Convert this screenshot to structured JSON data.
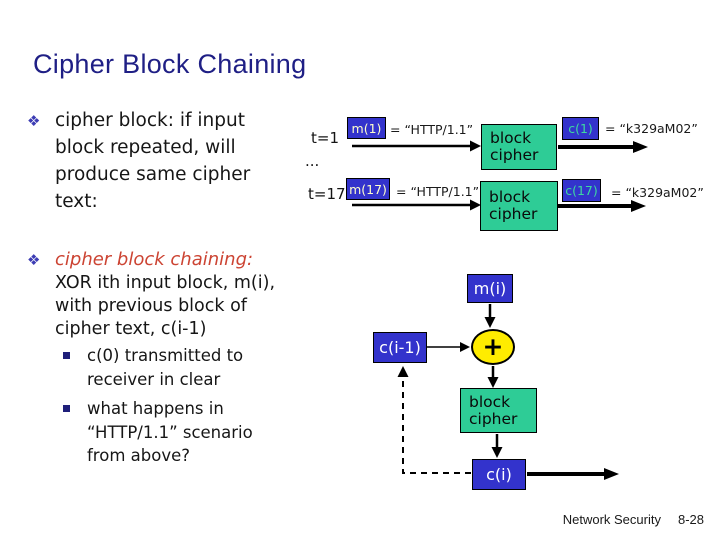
{
  "title": "Cipher Block Chaining",
  "footer": {
    "course": "Network Security",
    "page": "8-28"
  },
  "bullet1": {
    "marker": "❖",
    "lines": [
      "cipher block: if input",
      "block repeated, will",
      "produce same cipher",
      "text:"
    ]
  },
  "bullet2": {
    "marker": "❖",
    "heading": "cipher block chaining:",
    "lines": [
      "XOR ith input block, m(i),",
      "with previous block of",
      "cipher text, c(i-1)"
    ],
    "sub1_lines": [
      "c(0) transmitted to",
      "receiver in clear"
    ],
    "sub2_lines": [
      "what happens in",
      "“HTTP/1.1” scenario",
      "from above?"
    ]
  },
  "top_diagram": {
    "row1": {
      "t": "t=1",
      "m": "m(1)",
      "m_eq": "= “HTTP/1.1”",
      "cipher": "block cipher",
      "c": "c(1)",
      "c_eq": "= “k329aM02”"
    },
    "dots": "...",
    "row2": {
      "t": "t=17",
      "m": "m(17)",
      "m_eq": "= “HTTP/1.1”",
      "cipher": "block cipher",
      "c": "c(17)",
      "c_eq": "= “k329aM02”"
    }
  },
  "bottom_diagram": {
    "m": "m(i)",
    "xor": "+",
    "c_prev": "c(i-1)",
    "cipher": "block cipher",
    "c": "c(i)"
  },
  "colors": {
    "title_navy": "#1f1f85",
    "box_blue": "#3333cc",
    "box_green": "#2ecc96",
    "xor_yellow": "#ffec00",
    "heading_red": "#cc4433",
    "c_label_teal": "#3dd9a0",
    "m_label_cream": "#ffffcc"
  }
}
